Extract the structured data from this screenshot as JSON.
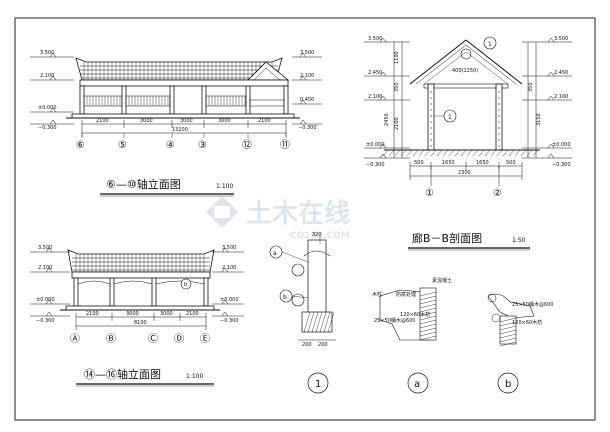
{
  "drawing": {
    "elev1": {
      "title": "⑥—⑩轴立面图",
      "scale": "1:100",
      "levels": [
        "3.500",
        "2.100",
        "±0.000",
        "−0.300"
      ],
      "levels_right": [
        "3.500",
        "2.100",
        "0.450",
        "−0.300"
      ],
      "dims": [
        "2100",
        "3000",
        "3000",
        "3000",
        "2100"
      ],
      "total": "13200",
      "axes": [
        "⑥",
        "⑤",
        "④",
        "③",
        "⑫",
        "⑪"
      ]
    },
    "section": {
      "title": "廊B－B剖面图",
      "scale": "1:50",
      "levels_left": [
        "3.500",
        "2.450",
        "2.100",
        "±0.000",
        "−0.300"
      ],
      "levels_right": [
        "3.500",
        "2.450",
        "2.100",
        "±0.000",
        "−0.300"
      ],
      "vdims": [
        "1100",
        "350",
        "2100",
        "2450",
        "350",
        "3150"
      ],
      "hdims": [
        "500",
        "1650",
        "1650",
        "500"
      ],
      "total": "2300",
      "axes": [
        "①",
        "②"
      ],
      "note": "400(1250)"
    },
    "elev2": {
      "title": "⑭—⑯轴立面图",
      "scale": "1:100",
      "levels": [
        "3.500",
        "2.100",
        "±0.000",
        "−0.300"
      ],
      "levels_right": [
        "3.500",
        "2.100",
        "±0.000",
        "−0.300"
      ],
      "dims": [
        "2100",
        "3000",
        "3000",
        "2100"
      ],
      "total": "8100",
      "axes": [
        "Ⓐ",
        "Ⓑ",
        "Ⓒ",
        "Ⓓ",
        "Ⓔ"
      ]
    },
    "details": {
      "labels": [
        "1",
        "a",
        "b"
      ],
      "dims": [
        "320",
        "200",
        "200"
      ],
      "notes": [
        "素混凝土",
        "木柱",
        "防腐处理",
        "120×60木枋",
        "25×50桶木@600"
      ]
    },
    "watermark": {
      "main": "土木在线",
      "sub": "CO188.COM"
    }
  }
}
